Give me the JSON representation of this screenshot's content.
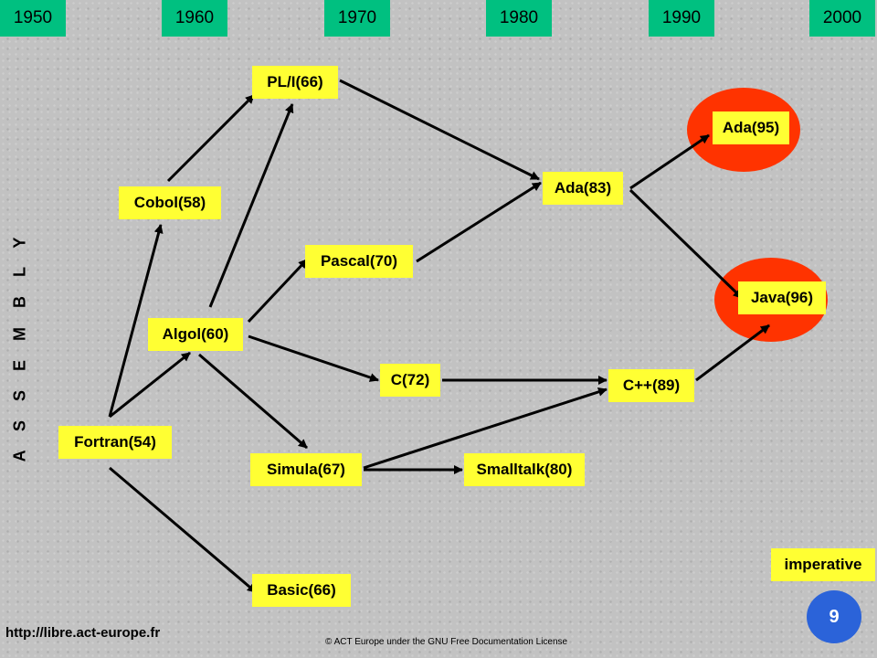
{
  "timeline": {
    "years": [
      "1950",
      "1960",
      "1970",
      "1980",
      "1990",
      "2000"
    ],
    "color": "#00c080"
  },
  "diagram": {
    "sidebar_label": "A S S E M B L Y",
    "category_label": "imperative",
    "box_color": "#ffff33",
    "highlight_color": "#ff3300",
    "nodes": [
      {
        "id": "fortran",
        "label": "Fortran(54)"
      },
      {
        "id": "cobol",
        "label": "Cobol(58)"
      },
      {
        "id": "algol",
        "label": "Algol(60)"
      },
      {
        "id": "pli",
        "label": "PL/I(66)"
      },
      {
        "id": "pascal",
        "label": "Pascal(70)"
      },
      {
        "id": "c",
        "label": "C(72)"
      },
      {
        "id": "simula",
        "label": "Simula(67)"
      },
      {
        "id": "basic",
        "label": "Basic(66)"
      },
      {
        "id": "smalltalk",
        "label": "Smalltalk(80)"
      },
      {
        "id": "ada83",
        "label": "Ada(83)"
      },
      {
        "id": "cpp",
        "label": "C++(89)"
      },
      {
        "id": "ada95",
        "label": "Ada(95)",
        "highlighted": true
      },
      {
        "id": "java",
        "label": "Java(96)",
        "highlighted": true
      }
    ],
    "edges": [
      {
        "from": "fortran",
        "to": "cobol"
      },
      {
        "from": "fortran",
        "to": "algol"
      },
      {
        "from": "fortran",
        "to": "basic"
      },
      {
        "from": "cobol",
        "to": "pli"
      },
      {
        "from": "algol",
        "to": "pli"
      },
      {
        "from": "algol",
        "to": "pascal"
      },
      {
        "from": "algol",
        "to": "c"
      },
      {
        "from": "algol",
        "to": "simula"
      },
      {
        "from": "pli",
        "to": "ada83"
      },
      {
        "from": "pascal",
        "to": "ada83"
      },
      {
        "from": "simula",
        "to": "smalltalk"
      },
      {
        "from": "simula",
        "to": "cpp"
      },
      {
        "from": "c",
        "to": "cpp"
      },
      {
        "from": "ada83",
        "to": "ada95"
      },
      {
        "from": "ada83",
        "to": "java"
      },
      {
        "from": "cpp",
        "to": "java"
      }
    ]
  },
  "footer": {
    "url": "http://libre.act-europe.fr",
    "copyright": "© ACT Europe under the GNU Free Documentation License",
    "page_number": "9",
    "page_badge_color": "#2b63d9"
  }
}
